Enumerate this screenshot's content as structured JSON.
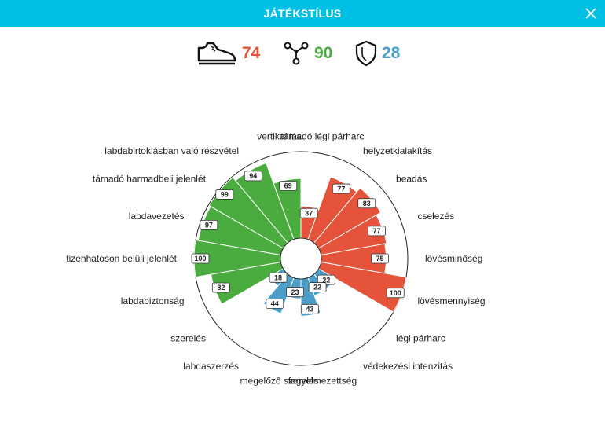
{
  "header": {
    "title": "JÁTÉKSTÍLUS",
    "close_icon": "close-icon"
  },
  "scores": [
    {
      "icon": "shoe-icon",
      "value": "74",
      "color": "#e5533a"
    },
    {
      "icon": "network-icon",
      "value": "90",
      "color": "#4aab3f"
    },
    {
      "icon": "shield-icon",
      "value": "28",
      "color": "#4a9ec8"
    }
  ],
  "chart_data": {
    "type": "polar-bar",
    "max": 100,
    "categories": [
      {
        "label": "támadó légi párharc",
        "value": 37,
        "group": "red"
      },
      {
        "label": "helyzetkialakítás",
        "value": 77,
        "group": "red"
      },
      {
        "label": "beadás",
        "value": 83,
        "group": "red"
      },
      {
        "label": "cselezés",
        "value": 77,
        "group": "red"
      },
      {
        "label": "lövésminőség",
        "value": 75,
        "group": "red"
      },
      {
        "label": "lövésmennyiség",
        "value": 100,
        "group": "red"
      },
      {
        "label": "légi párharc",
        "value": 22,
        "group": "blue"
      },
      {
        "label": "védekezési intenzitás",
        "value": 22,
        "group": "blue"
      },
      {
        "label": "fegyelmezettség",
        "value": 43,
        "group": "blue"
      },
      {
        "label": "megelőző szerelés",
        "value": 23,
        "group": "blue"
      },
      {
        "label": "labdaszerzés",
        "value": 44,
        "group": "blue"
      },
      {
        "label": "szerelés",
        "value": 18,
        "group": "blue"
      },
      {
        "label": "labdabiztonság",
        "value": 82,
        "group": "green"
      },
      {
        "label": "tizenhatoson belüli jelenlét",
        "value": 100,
        "group": "green"
      },
      {
        "label": "labdavezetés",
        "value": 97,
        "group": "green"
      },
      {
        "label": "támadó harmadbeli jelenlét",
        "value": 99,
        "group": "green"
      },
      {
        "label": "labdabirtoklásban való részvétel",
        "value": 94,
        "group": "green"
      },
      {
        "label": "vertikalitás",
        "value": 69,
        "group": "green"
      }
    ],
    "colors": {
      "red": "#e5533a",
      "blue": "#4a9ec8",
      "green": "#4aab3f"
    }
  }
}
